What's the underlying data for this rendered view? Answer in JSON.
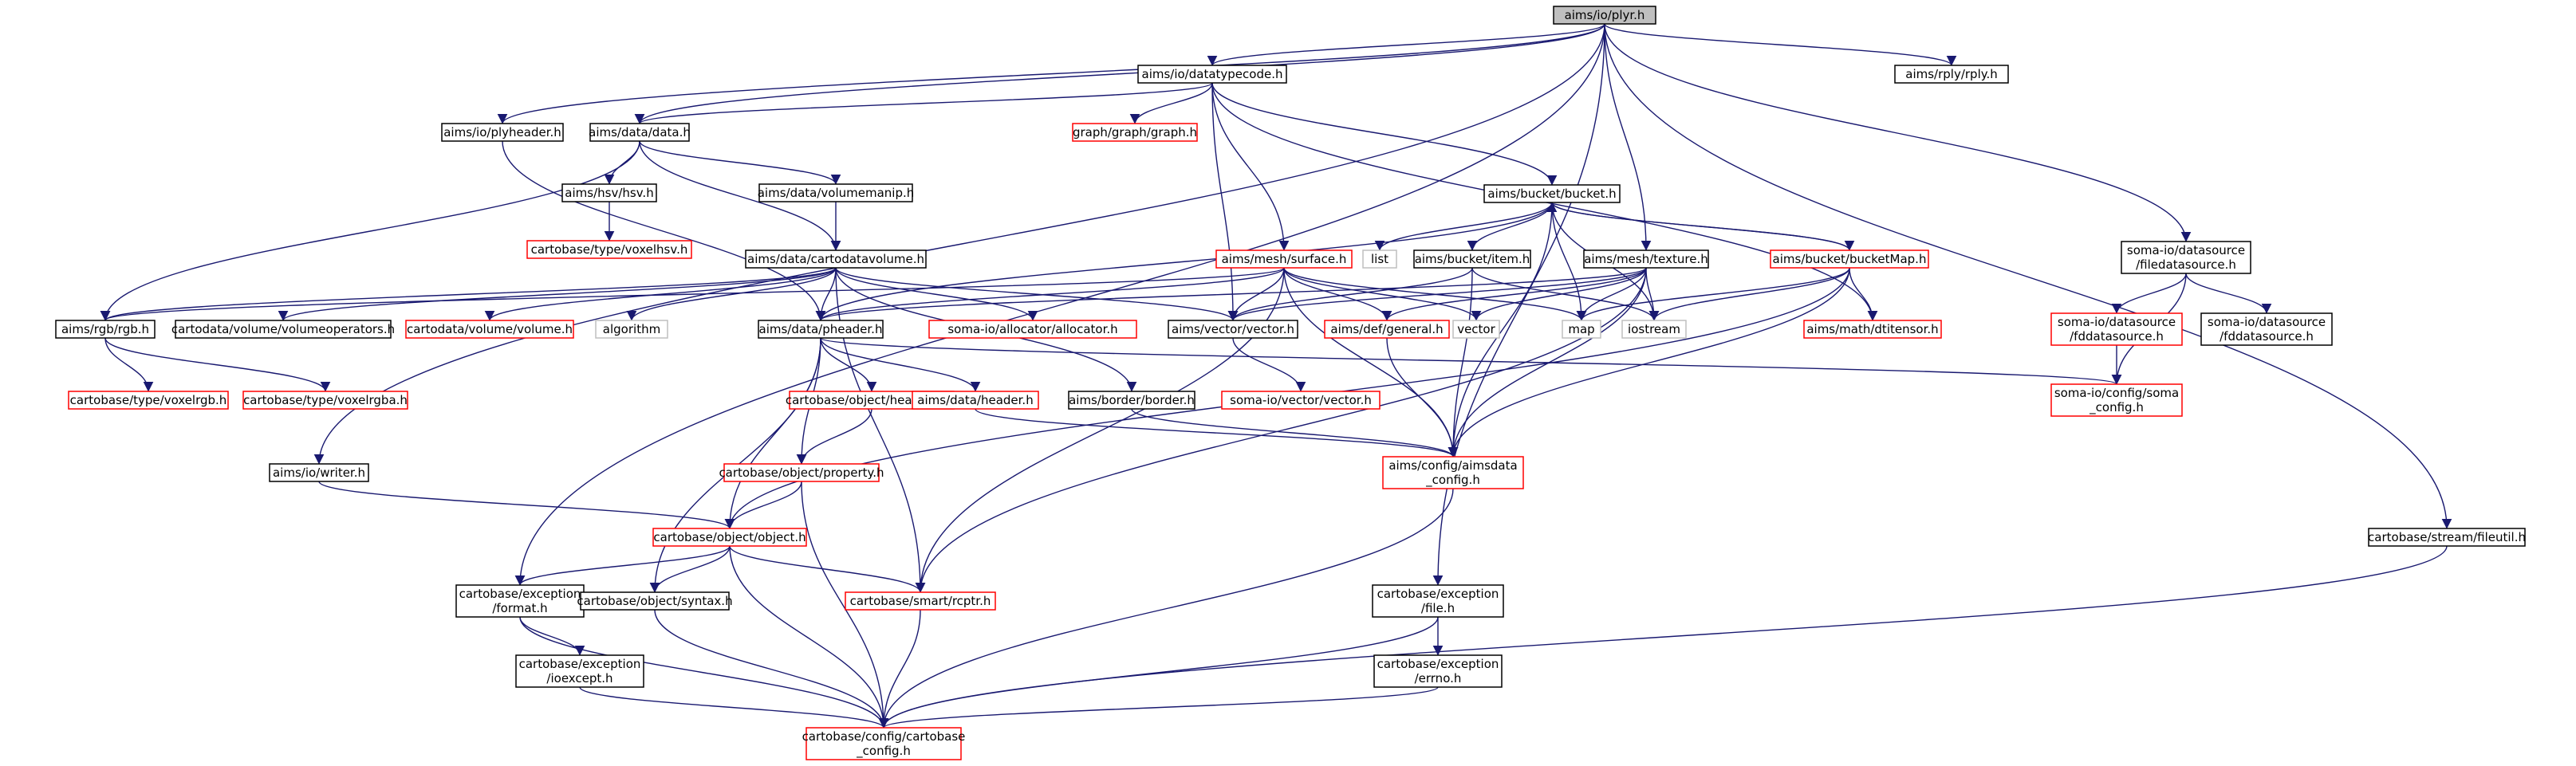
{
  "colors": {
    "edge": "#191970",
    "root_fill": "#bfbfbf",
    "normal_border": "#000000",
    "missing_border": "#ff0000",
    "external_border": "#bfbfbf",
    "text": "#000000"
  },
  "nodes": [
    {
      "id": "n0",
      "lines": [
        "aims/io/plyr.h"
      ],
      "kind": "root"
    },
    {
      "id": "n1",
      "lines": [
        "aims/io/datatypecode.h"
      ],
      "kind": "normal"
    },
    {
      "id": "n2",
      "lines": [
        "aims/rply/rply.h"
      ],
      "kind": "normal"
    },
    {
      "id": "n3",
      "lines": [
        "aims/io/plyheader.h"
      ],
      "kind": "normal"
    },
    {
      "id": "n4",
      "lines": [
        "aims/data/data.h"
      ],
      "kind": "normal"
    },
    {
      "id": "n5",
      "lines": [
        "graph/graph/graph.h"
      ],
      "kind": "missing"
    },
    {
      "id": "n6",
      "lines": [
        "aims/hsv/hsv.h"
      ],
      "kind": "normal"
    },
    {
      "id": "n7",
      "lines": [
        "aims/data/volumemanip.h"
      ],
      "kind": "normal"
    },
    {
      "id": "n8",
      "lines": [
        "cartobase/type/voxelhsv.h"
      ],
      "kind": "missing"
    },
    {
      "id": "n9",
      "lines": [
        "aims/data/cartodatavolume.h"
      ],
      "kind": "normal"
    },
    {
      "id": "n10",
      "lines": [
        "aims/bucket/bucket.h"
      ],
      "kind": "normal"
    },
    {
      "id": "n11",
      "lines": [
        "aims/mesh/surface.h"
      ],
      "kind": "missing"
    },
    {
      "id": "n12",
      "lines": [
        "list"
      ],
      "kind": "external"
    },
    {
      "id": "n13",
      "lines": [
        "aims/bucket/item.h"
      ],
      "kind": "normal"
    },
    {
      "id": "n14",
      "lines": [
        "aims/mesh/texture.h"
      ],
      "kind": "normal"
    },
    {
      "id": "n15",
      "lines": [
        "aims/bucket/bucketMap.h"
      ],
      "kind": "missing"
    },
    {
      "id": "n16",
      "lines": [
        "soma-io/datasource",
        "/filedatasource.h"
      ],
      "kind": "normal"
    },
    {
      "id": "n17",
      "lines": [
        "aims/rgb/rgb.h"
      ],
      "kind": "normal"
    },
    {
      "id": "n18",
      "lines": [
        "cartodata/volume/volumeoperators.h"
      ],
      "kind": "normal"
    },
    {
      "id": "n19",
      "lines": [
        "cartodata/volume/volume.h"
      ],
      "kind": "missing"
    },
    {
      "id": "n20",
      "lines": [
        "algorithm"
      ],
      "kind": "external"
    },
    {
      "id": "n21",
      "lines": [
        "aims/data/pheader.h"
      ],
      "kind": "normal"
    },
    {
      "id": "n22",
      "lines": [
        "soma-io/allocator/allocator.h"
      ],
      "kind": "missing"
    },
    {
      "id": "n23",
      "lines": [
        "aims/vector/vector.h"
      ],
      "kind": "normal"
    },
    {
      "id": "n24",
      "lines": [
        "aims/def/general.h"
      ],
      "kind": "missing"
    },
    {
      "id": "n25",
      "lines": [
        "vector"
      ],
      "kind": "external"
    },
    {
      "id": "n26",
      "lines": [
        "map"
      ],
      "kind": "external"
    },
    {
      "id": "n27",
      "lines": [
        "iostream"
      ],
      "kind": "external"
    },
    {
      "id": "n28",
      "lines": [
        "aims/math/dtitensor.h"
      ],
      "kind": "missing"
    },
    {
      "id": "n29",
      "lines": [
        "soma-io/datasource",
        "/fddatasource.h"
      ],
      "kind": "missing"
    },
    {
      "id": "n30",
      "lines": [
        "soma-io/datasource",
        "/fddatasource.h"
      ],
      "kind": "normal"
    },
    {
      "id": "n31",
      "lines": [
        "cartobase/type/voxelrgb.h"
      ],
      "kind": "missing"
    },
    {
      "id": "n32",
      "lines": [
        "cartobase/type/voxelrgba.h"
      ],
      "kind": "missing"
    },
    {
      "id": "n33",
      "lines": [
        "cartobase/object/headered.h"
      ],
      "kind": "missing"
    },
    {
      "id": "n34",
      "lines": [
        "aims/data/header.h"
      ],
      "kind": "missing"
    },
    {
      "id": "n35",
      "lines": [
        "aims/border/border.h"
      ],
      "kind": "normal"
    },
    {
      "id": "n36",
      "lines": [
        "soma-io/vector/vector.h"
      ],
      "kind": "missing"
    },
    {
      "id": "n37",
      "lines": [
        "soma-io/config/soma",
        "_config.h"
      ],
      "kind": "missing"
    },
    {
      "id": "n38",
      "lines": [
        "aims/io/writer.h"
      ],
      "kind": "normal"
    },
    {
      "id": "n39",
      "lines": [
        "cartobase/object/property.h"
      ],
      "kind": "missing"
    },
    {
      "id": "n40",
      "lines": [
        "aims/config/aimsdata",
        "_config.h"
      ],
      "kind": "missing"
    },
    {
      "id": "n41",
      "lines": [
        "cartobase/object/object.h"
      ],
      "kind": "missing"
    },
    {
      "id": "n42",
      "lines": [
        "cartobase/stream/fileutil.h"
      ],
      "kind": "normal"
    },
    {
      "id": "n43",
      "lines": [
        "cartobase/exception",
        "/format.h"
      ],
      "kind": "normal"
    },
    {
      "id": "n44",
      "lines": [
        "cartobase/object/syntax.h"
      ],
      "kind": "normal"
    },
    {
      "id": "n45",
      "lines": [
        "cartobase/smart/rcptr.h"
      ],
      "kind": "missing"
    },
    {
      "id": "n46",
      "lines": [
        "cartobase/exception",
        "/file.h"
      ],
      "kind": "normal"
    },
    {
      "id": "n47",
      "lines": [
        "cartobase/exception",
        "/ioexcept.h"
      ],
      "kind": "normal"
    },
    {
      "id": "n48",
      "lines": [
        "cartobase/exception",
        "/errno.h"
      ],
      "kind": "normal"
    },
    {
      "id": "n49",
      "lines": [
        "cartobase/config/cartobase",
        "_config.h"
      ],
      "kind": "missing"
    }
  ],
  "edges": [
    [
      "n0",
      "n1"
    ],
    [
      "n0",
      "n2"
    ],
    [
      "n0",
      "n3"
    ],
    [
      "n0",
      "n4"
    ],
    [
      "n0",
      "n14"
    ],
    [
      "n0",
      "n16"
    ],
    [
      "n0",
      "n38"
    ],
    [
      "n0",
      "n43"
    ],
    [
      "n0",
      "n42"
    ],
    [
      "n0",
      "n46"
    ],
    [
      "n1",
      "n4"
    ],
    [
      "n1",
      "n5"
    ],
    [
      "n1",
      "n10"
    ],
    [
      "n1",
      "n11"
    ],
    [
      "n1",
      "n23"
    ],
    [
      "n1",
      "n28"
    ],
    [
      "n3",
      "n21"
    ],
    [
      "n4",
      "n6"
    ],
    [
      "n4",
      "n7"
    ],
    [
      "n4",
      "n9"
    ],
    [
      "n4",
      "n17"
    ],
    [
      "n6",
      "n8"
    ],
    [
      "n7",
      "n9"
    ],
    [
      "n9",
      "n17"
    ],
    [
      "n9",
      "n18"
    ],
    [
      "n9",
      "n19"
    ],
    [
      "n9",
      "n20"
    ],
    [
      "n9",
      "n21"
    ],
    [
      "n9",
      "n22"
    ],
    [
      "n9",
      "n23"
    ],
    [
      "n9",
      "n35"
    ],
    [
      "n9",
      "n45"
    ],
    [
      "n10",
      "n12"
    ],
    [
      "n10",
      "n13"
    ],
    [
      "n10",
      "n15"
    ],
    [
      "n10",
      "n21"
    ],
    [
      "n10",
      "n26"
    ],
    [
      "n10",
      "n27"
    ],
    [
      "n10",
      "n40"
    ],
    [
      "n11",
      "n17"
    ],
    [
      "n11",
      "n21"
    ],
    [
      "n11",
      "n23"
    ],
    [
      "n11",
      "n24"
    ],
    [
      "n11",
      "n25"
    ],
    [
      "n11",
      "n26"
    ],
    [
      "n11",
      "n40"
    ],
    [
      "n11",
      "n45"
    ],
    [
      "n13",
      "n23"
    ],
    [
      "n13",
      "n27"
    ],
    [
      "n13",
      "n40"
    ],
    [
      "n14",
      "n21"
    ],
    [
      "n14",
      "n23"
    ],
    [
      "n14",
      "n24"
    ],
    [
      "n14",
      "n25"
    ],
    [
      "n14",
      "n26"
    ],
    [
      "n14",
      "n27"
    ],
    [
      "n14",
      "n40"
    ],
    [
      "n14",
      "n45"
    ],
    [
      "n15",
      "n10"
    ],
    [
      "n15",
      "n26"
    ],
    [
      "n15",
      "n27"
    ],
    [
      "n15",
      "n28"
    ],
    [
      "n15",
      "n40"
    ],
    [
      "n15",
      "n41"
    ],
    [
      "n16",
      "n29"
    ],
    [
      "n16",
      "n30"
    ],
    [
      "n16",
      "n37"
    ],
    [
      "n17",
      "n31"
    ],
    [
      "n17",
      "n32"
    ],
    [
      "n21",
      "n33"
    ],
    [
      "n21",
      "n34"
    ],
    [
      "n21",
      "n37"
    ],
    [
      "n21",
      "n39"
    ],
    [
      "n21",
      "n41"
    ],
    [
      "n21",
      "n44"
    ],
    [
      "n23",
      "n36"
    ],
    [
      "n24",
      "n40"
    ],
    [
      "n29",
      "n37"
    ],
    [
      "n33",
      "n39"
    ],
    [
      "n34",
      "n40"
    ],
    [
      "n35",
      "n40"
    ],
    [
      "n38",
      "n41"
    ],
    [
      "n39",
      "n41"
    ],
    [
      "n39",
      "n49"
    ],
    [
      "n40",
      "n49"
    ],
    [
      "n41",
      "n43"
    ],
    [
      "n41",
      "n44"
    ],
    [
      "n41",
      "n45"
    ],
    [
      "n41",
      "n49"
    ],
    [
      "n42",
      "n49"
    ],
    [
      "n43",
      "n47"
    ],
    [
      "n43",
      "n49"
    ],
    [
      "n44",
      "n49"
    ],
    [
      "n45",
      "n49"
    ],
    [
      "n46",
      "n48"
    ],
    [
      "n46",
      "n49"
    ],
    [
      "n47",
      "n49"
    ],
    [
      "n48",
      "n49"
    ]
  ]
}
